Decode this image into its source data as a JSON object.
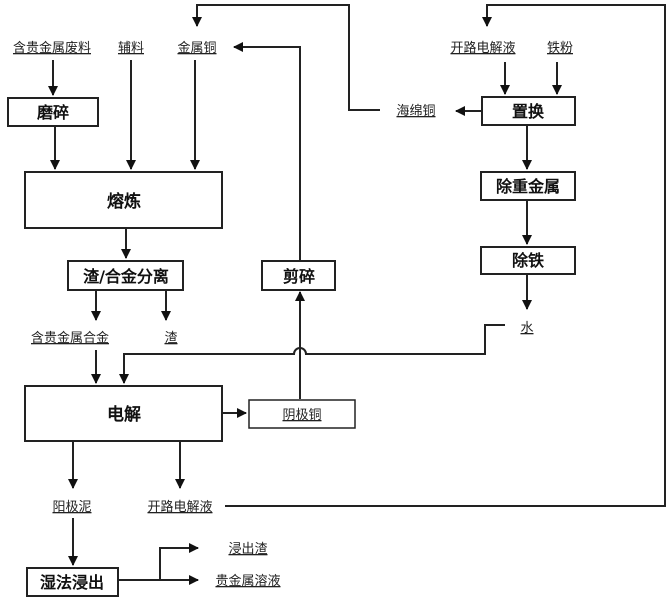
{
  "diagram": {
    "type": "process-flowchart",
    "process_boxes": {
      "grinding": "磨碎",
      "smelting": "熔炼",
      "slag_alloy_separation": "渣/合金分离",
      "shredding": "剪碎",
      "electrolysis": "电解",
      "cathode_copper": "阴极铜",
      "wet_leaching": "湿法浸出",
      "replacement": "置换",
      "heavy_metal_removal": "除重金属",
      "iron_removal": "除铁"
    },
    "materials": {
      "precious_metal_scrap": "含贵金属废料",
      "auxiliary_material": "辅料",
      "metallic_copper": "金属铜",
      "precious_metal_alloy": "含贵金属合金",
      "slag": "渣",
      "anode_slime": "阳极泥",
      "bleed_electrolyte_left": "开路电解液",
      "leach_residue": "浸出渣",
      "precious_metal_solution": "贵金属溶液",
      "bleed_electrolyte_right": "开路电解液",
      "iron_powder": "铁粉",
      "sponge_copper": "海绵铜",
      "water": "水"
    },
    "flows": [
      {
        "from": "含贵金属废料",
        "to": "磨碎"
      },
      {
        "from": "磨碎",
        "to": "熔炼"
      },
      {
        "from": "辅料",
        "to": "熔炼"
      },
      {
        "from": "金属铜",
        "to": "熔炼"
      },
      {
        "from": "熔炼",
        "to": "渣/合金分离"
      },
      {
        "from": "渣/合金分离",
        "to": "含贵金属合金"
      },
      {
        "from": "渣/合金分离",
        "to": "渣"
      },
      {
        "from": "含贵金属合金",
        "to": "电解"
      },
      {
        "from": "水",
        "to": "电解"
      },
      {
        "from": "电解",
        "to": "阴极铜"
      },
      {
        "from": "阴极铜",
        "to": "剪碎"
      },
      {
        "from": "剪碎",
        "to": "金属铜"
      },
      {
        "from": "电解",
        "to": "阳极泥"
      },
      {
        "from": "电解",
        "to": "开路电解液"
      },
      {
        "from": "开路电解液",
        "to": "开路电解液 (置换 feed)"
      },
      {
        "from": "阳极泥",
        "to": "湿法浸出"
      },
      {
        "from": "湿法浸出",
        "to": "浸出渣"
      },
      {
        "from": "湿法浸出",
        "to": "贵金属溶液"
      },
      {
        "from": "开路电解液",
        "to": "置换"
      },
      {
        "from": "铁粉",
        "to": "置换"
      },
      {
        "from": "置换",
        "to": "海绵铜"
      },
      {
        "from": "海绵铜",
        "to": "金属铜"
      },
      {
        "from": "置换",
        "to": "除重金属"
      },
      {
        "from": "除重金属",
        "to": "除铁"
      },
      {
        "from": "除铁",
        "to": "水"
      }
    ]
  }
}
